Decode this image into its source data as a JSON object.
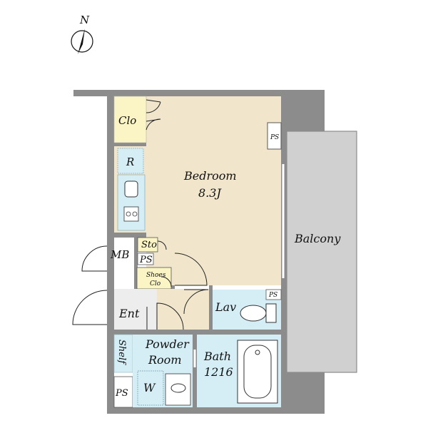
{
  "compass": {
    "north_label": "N"
  },
  "colors": {
    "wall": "#8c8c8c",
    "bedroom": "#f1e6cc",
    "water": "#d5eef5",
    "closet": "#fbf4c4",
    "entry": "#ededed",
    "balcony": "#d0d0d0",
    "white": "#ffffff"
  },
  "rooms": {
    "clo": "Clo",
    "bedroom": "Bedroom",
    "bedroom_size": "8.3J",
    "r": "R",
    "ps_top": "PS",
    "sto": "Sto",
    "mb": "MB",
    "ps_mid": "PS",
    "shoes": "Shoes",
    "shoes_clo": "Clo",
    "ent": "Ent",
    "lav": "Lav",
    "ps_lav": "PS",
    "balcony": "Balcony",
    "shelf": "Shelf",
    "powder": "Powder",
    "powder_room": "Room",
    "bath": "Bath",
    "bath_size": "1216",
    "w": "W",
    "ps_bottom": "PS"
  }
}
